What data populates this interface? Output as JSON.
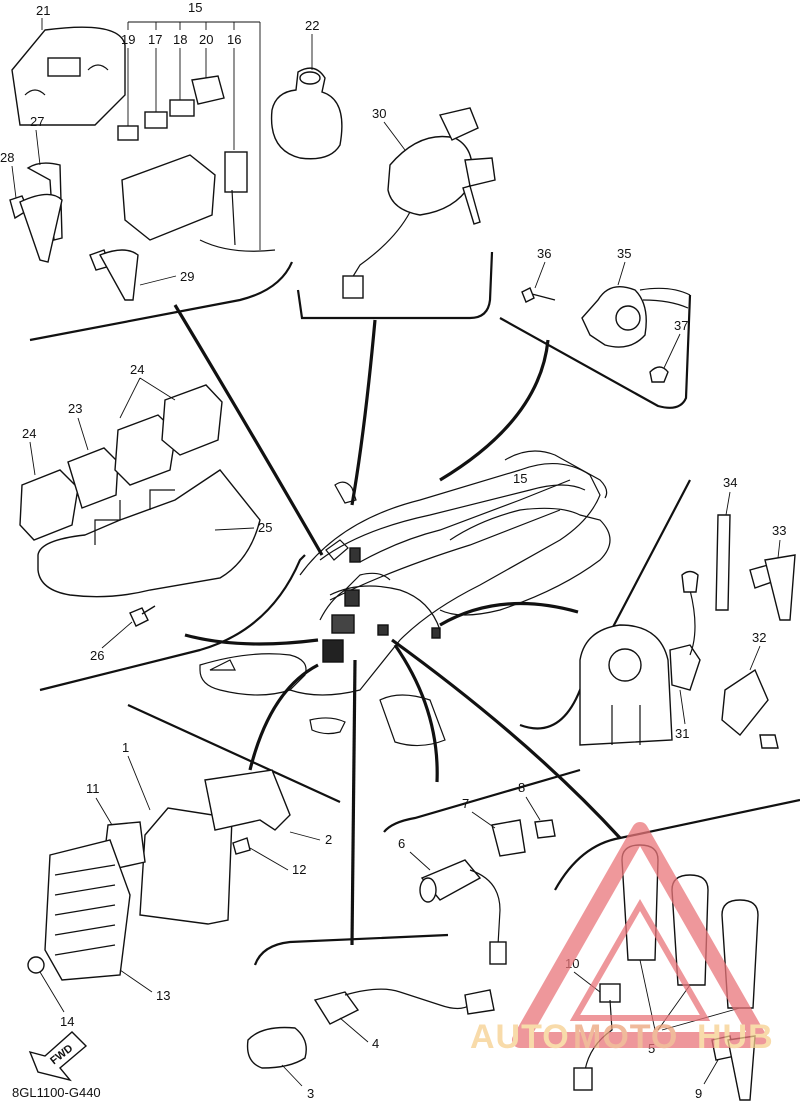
{
  "diagram": {
    "code": "8GL1100-G440",
    "direction_label": "FWD",
    "watermark": {
      "part1": "AUTO",
      "part2": "MOTO",
      "part3": "HUB",
      "colors": {
        "light": "#f6cf8e",
        "dark": "#eba47a",
        "triangle": "#e9757a"
      }
    },
    "callouts": {
      "c1": "1",
      "c2": "2",
      "c3": "3",
      "c4": "4",
      "c5": "5",
      "c6": "6",
      "c7": "7",
      "c8": "8",
      "c9": "9",
      "c10": "10",
      "c11": "11",
      "c12": "12",
      "c13": "13",
      "c14": "14",
      "c15": "15",
      "c15b": "15",
      "c16": "16",
      "c17": "17",
      "c18": "18",
      "c19": "19",
      "c20": "20",
      "c21": "21",
      "c22": "22",
      "c23": "23",
      "c24a": "24",
      "c24b": "24",
      "c25": "25",
      "c26": "26",
      "c27": "27",
      "c28": "28",
      "c29": "29",
      "c30": "30",
      "c31": "31",
      "c32": "32",
      "c33": "33",
      "c34": "34",
      "c35": "35",
      "c36": "36",
      "c37": "37"
    }
  }
}
